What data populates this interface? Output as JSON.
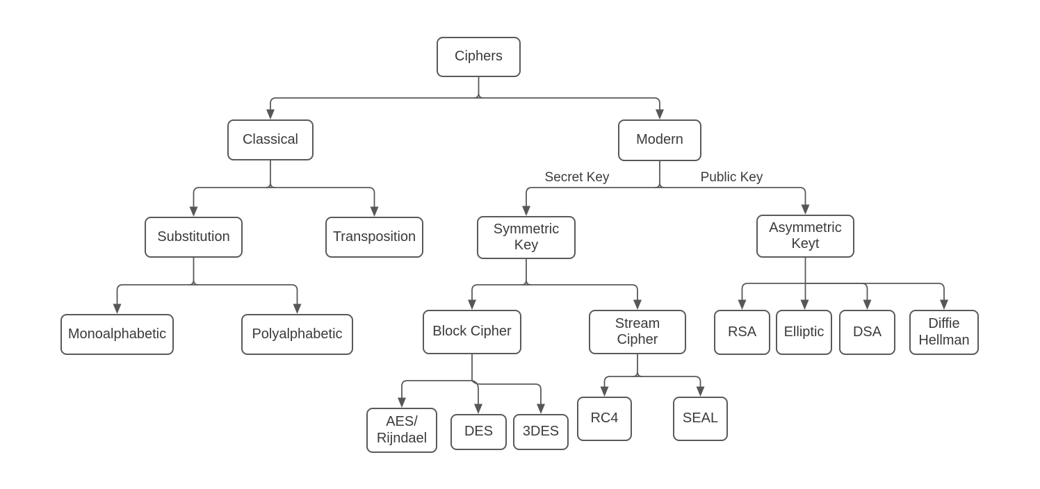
{
  "diagram": {
    "type": "tree-flowchart",
    "topic": "Ciphers classification"
  },
  "colors": {
    "node_border": "#595959",
    "connector_line": "#595959",
    "arrowhead": "#575757",
    "text": "#3a3a3a",
    "background": "#ffffff"
  },
  "nodes": {
    "ciphers": {
      "label": "Ciphers"
    },
    "classical": {
      "label": "Classical"
    },
    "modern": {
      "label": "Modern"
    },
    "substitution": {
      "label": "Substitution"
    },
    "transposition": {
      "label": "Transposition"
    },
    "monoalphabetic": {
      "label": "Monoalphabetic"
    },
    "polyalphabetic": {
      "label": "Polyalphabetic"
    },
    "symmetric_key": {
      "label": "Symmetric\nKey"
    },
    "asymmetric_key": {
      "label": "Asymmetric\nKeyt"
    },
    "block_cipher": {
      "label": "Block Cipher"
    },
    "stream_cipher": {
      "label": "Stream\nCipher"
    },
    "aes_rijndael": {
      "label": "AES/\nRijndael"
    },
    "des": {
      "label": "DES"
    },
    "triple_des": {
      "label": "3DES"
    },
    "rc4": {
      "label": "RC4"
    },
    "seal": {
      "label": "SEAL"
    },
    "rsa": {
      "label": "RSA"
    },
    "elliptic": {
      "label": "Elliptic"
    },
    "dsa": {
      "label": "DSA"
    },
    "diffie_hellman": {
      "label": "Diffie\nHellman"
    }
  },
  "edge_labels": {
    "secret_key": "Secret Key",
    "public_key": "Public Key"
  },
  "hierarchy": {
    "Ciphers": {
      "Classical": {
        "Substitution": [
          "Monoalphabetic",
          "Polyalphabetic"
        ],
        "Transposition": []
      },
      "Modern": {
        "Symmetric Key (Secret Key)": {
          "Block Cipher": [
            "AES/Rijndael",
            "DES",
            "3DES"
          ],
          "Stream Cipher": [
            "RC4",
            "SEAL"
          ]
        },
        "Asymmetric Keyt (Public Key)": [
          "RSA",
          "Elliptic",
          "DSA",
          "Diffie Hellman"
        ]
      }
    }
  }
}
